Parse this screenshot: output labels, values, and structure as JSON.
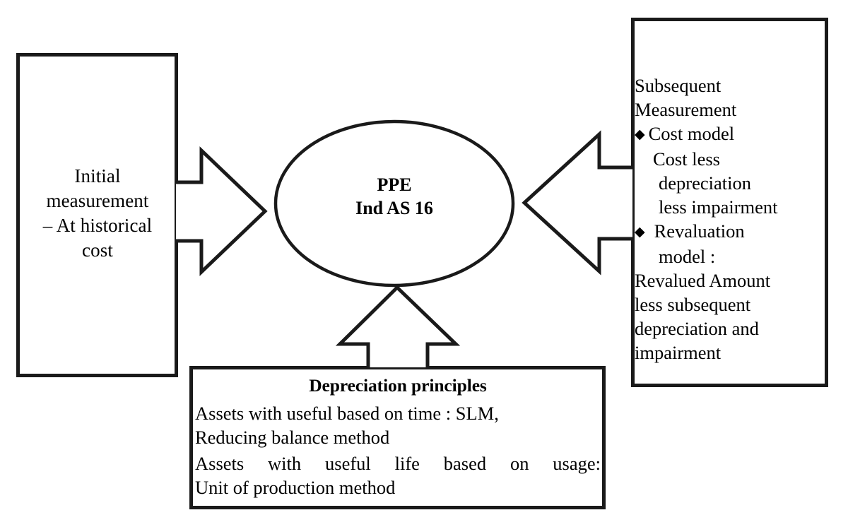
{
  "diagram": {
    "title": "PPE Ind AS 16 measurement and depreciation overview",
    "colors": {
      "stroke": "#1a1a1a",
      "fill": "#ffffff",
      "text": "#000000"
    },
    "center_node": {
      "line1": "PPE",
      "line2": "Ind AS 16"
    },
    "left_box": {
      "line1": "Initial",
      "line2": "measurement",
      "line3": "– At historical",
      "line4": "cost"
    },
    "right_box": {
      "heading_line1": "Subsequent",
      "heading_line2": "Measurement",
      "bullet_glyph": "◆",
      "bullet1": {
        "label": "Cost model",
        "detail_line1": "Cost less",
        "detail_line2": "depreciation",
        "detail_line3": "less impairment"
      },
      "bullet2": {
        "label": "Revaluation",
        "label_line2": "model :",
        "detail_line1": "Revalued Amount",
        "detail_line2": "less subsequent",
        "detail_line3": "depreciation and",
        "detail_line4": "impairment"
      }
    },
    "bottom_box": {
      "title": "Depreciation principles",
      "para1_line1": "Assets with useful based on time : SLM,",
      "para1_line2": "Reducing balance method",
      "para2_line1": "Assets with useful life based on usage:",
      "para2_line2": "Unit of production method"
    },
    "arrows": {
      "left_arrow_label": "Initial measurement to PPE",
      "right_arrow_label": "Subsequent measurement to PPE",
      "bottom_arrow_label": "Depreciation principles to PPE"
    }
  }
}
